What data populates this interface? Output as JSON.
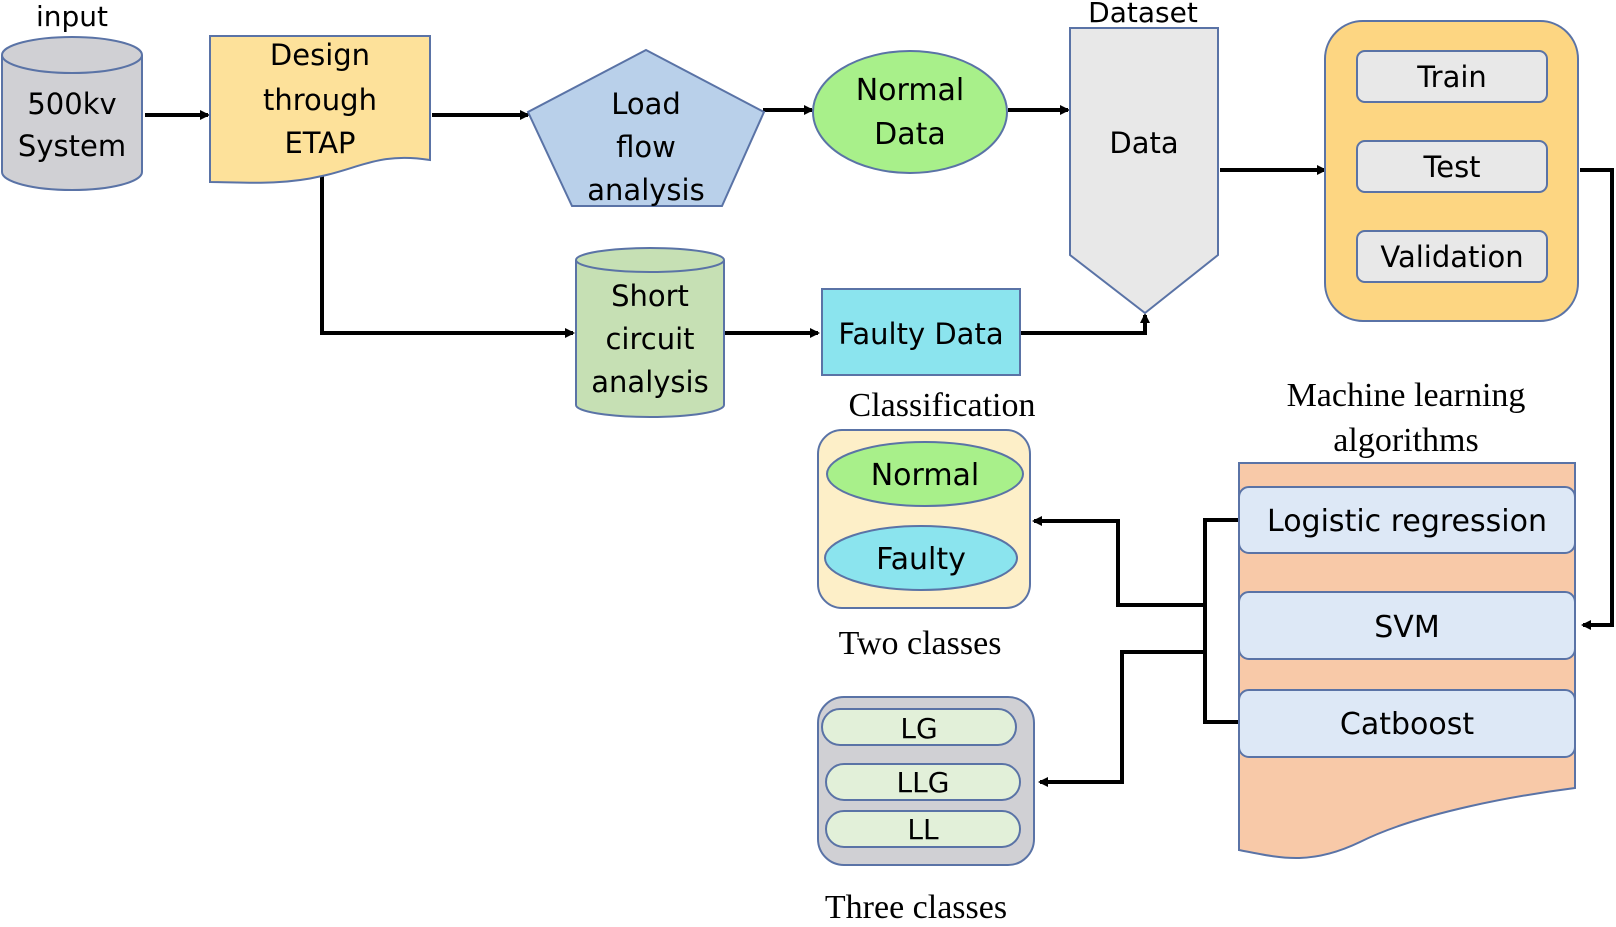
{
  "colors": {
    "gray_box": "#d0d0d4",
    "yellow_doc": "#fde19a",
    "blue_pentagon": "#b9d0ea",
    "green_ellipse": "#a8f08a",
    "light_gray": "#e8e8e8",
    "orange_panel": "#fdd682",
    "green_cyl": "#c6e0b4",
    "cyan": "#8be4ee",
    "cream": "#fdefc8",
    "salmon": "#f8c9a8",
    "pale_blue": "#dde8f6",
    "pale_green": "#e2f0d9",
    "outline": "#5a73a6"
  },
  "labels": {
    "input": "input",
    "system": [
      "500kv",
      "System"
    ],
    "design": [
      "Design",
      "through",
      "ETAP"
    ],
    "load_flow": [
      "Load",
      "flow",
      "analysis"
    ],
    "normal_data": [
      "Normal",
      "Data"
    ],
    "dataset": "Dataset",
    "data": "Data",
    "split": [
      "Train",
      "Test",
      "Validation"
    ],
    "short_circuit": [
      "Short",
      "circuit",
      "analysis"
    ],
    "faulty_data": "Faulty Data",
    "classification": "Classification",
    "two_class_items": [
      "Normal",
      "Faulty"
    ],
    "two_classes": "Two classes",
    "three_class_items": [
      "LG",
      "LLG",
      "LL"
    ],
    "three_classes": "Three classes",
    "ml_title": [
      "Machine learning",
      "algorithms"
    ],
    "algorithms": [
      "Logistic regression",
      "SVM",
      "Catboost"
    ]
  }
}
